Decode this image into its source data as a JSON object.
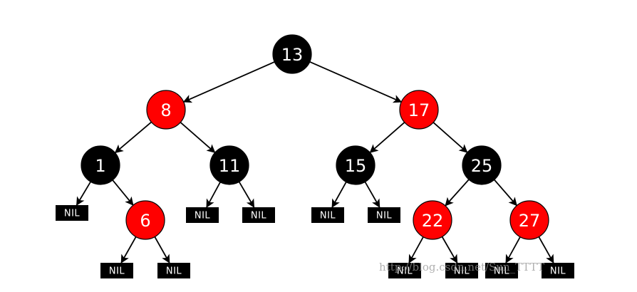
{
  "colors": {
    "black_node": "#000000",
    "red_node": "#ff0000",
    "edge": "#000000",
    "nil_box": "#000000",
    "label": "#ffffff"
  },
  "tree": {
    "nodes": [
      {
        "id": "n13",
        "label": "13",
        "color": "black"
      },
      {
        "id": "n8",
        "label": "8",
        "color": "red"
      },
      {
        "id": "n17",
        "label": "17",
        "color": "red"
      },
      {
        "id": "n1",
        "label": "1",
        "color": "black"
      },
      {
        "id": "n11",
        "label": "11",
        "color": "black"
      },
      {
        "id": "n15",
        "label": "15",
        "color": "black"
      },
      {
        "id": "n25",
        "label": "25",
        "color": "black"
      },
      {
        "id": "n6",
        "label": "6",
        "color": "red"
      },
      {
        "id": "n22",
        "label": "22",
        "color": "red"
      },
      {
        "id": "n27",
        "label": "27",
        "color": "red"
      }
    ],
    "nil_label": "NIL",
    "nils": [
      "nil1L",
      "nil6L",
      "nil6R",
      "nil11L",
      "nil11R",
      "nil15L",
      "nil15R",
      "nil22L",
      "nil22R",
      "nil27L",
      "nil27R"
    ],
    "edges": [
      [
        "n13",
        "n8"
      ],
      [
        "n13",
        "n17"
      ],
      [
        "n8",
        "n1"
      ],
      [
        "n8",
        "n11"
      ],
      [
        "n17",
        "n15"
      ],
      [
        "n17",
        "n25"
      ],
      [
        "n1",
        "nil1L"
      ],
      [
        "n1",
        "n6"
      ],
      [
        "n6",
        "nil6L"
      ],
      [
        "n6",
        "nil6R"
      ],
      [
        "n11",
        "nil11L"
      ],
      [
        "n11",
        "nil11R"
      ],
      [
        "n15",
        "nil15L"
      ],
      [
        "n15",
        "nil15R"
      ],
      [
        "n25",
        "n22"
      ],
      [
        "n25",
        "n27"
      ],
      [
        "n22",
        "nil22L"
      ],
      [
        "n22",
        "nil22R"
      ],
      [
        "n27",
        "nil27L"
      ],
      [
        "n27",
        "nil27R"
      ]
    ]
  },
  "watermark": "http://blog.csdn.net/Sun_TTTT"
}
